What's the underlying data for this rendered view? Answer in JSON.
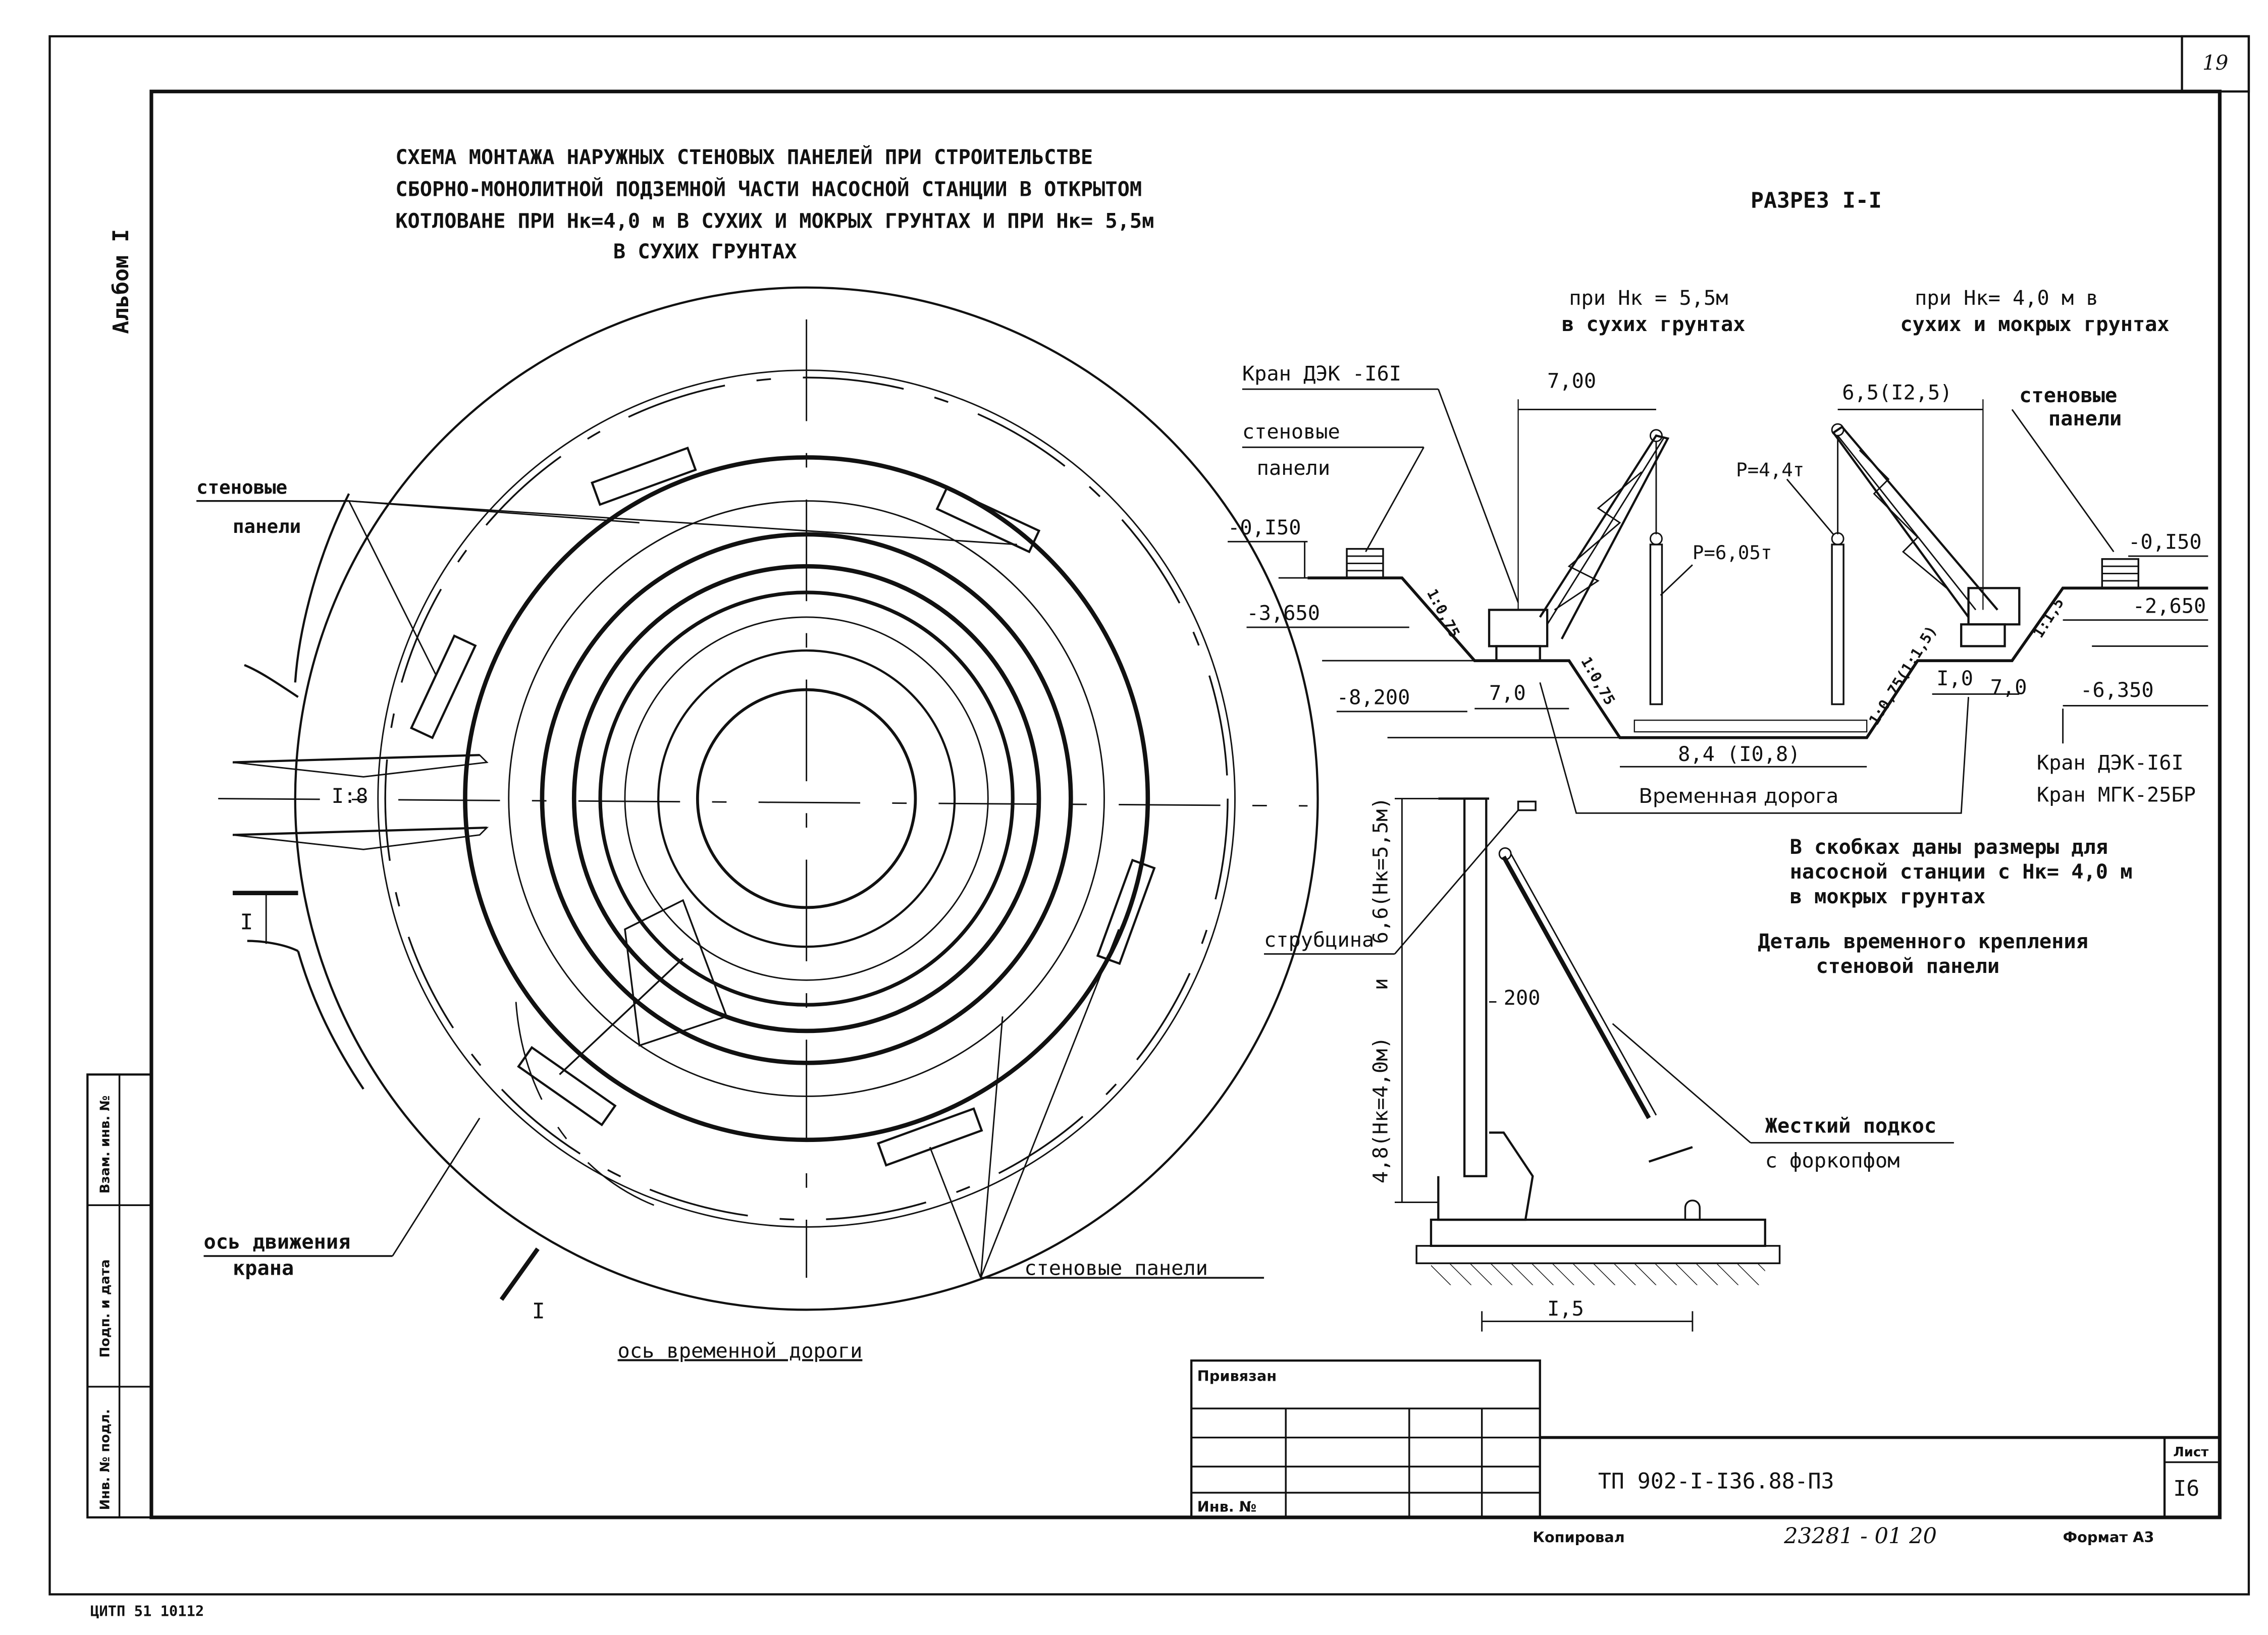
{
  "sheet": {
    "page_number": "19",
    "album_label": "Альбом I",
    "bottom_code": "ЦИТП  51 10112"
  },
  "plan": {
    "title_lines": [
      "СХЕМА МОНТАЖА НАРУЖНЫХ СТЕНОВЫХ ПАНЕЛЕЙ ПРИ СТРОИТЕЛЬСТВЕ",
      "СБОРНО-МОНОЛИТНОЙ ПОДЗЕМНОЙ ЧАСТИ НАСОСНОЙ СТАНЦИИ В ОТКРЫТОМ",
      "КОТЛОВАНЕ ПРИ Нк=4,0 м В СУХИХ И МОКРЫХ ГРУНТАХ И ПРИ Нк= 5,5м",
      "В СУХИХ ГРУНТАХ"
    ],
    "labels": {
      "panels_left_1": "стеновые",
      "panels_left_2": "панели",
      "slope": "I:8",
      "section_mark_top": "I",
      "section_mark_bottom": "I",
      "crane_axis_1": "ось движения",
      "crane_axis_2": "крана",
      "road_axis": "ось временной дороги",
      "panels_bottom": "стеновые панели"
    }
  },
  "section": {
    "title": "РАЗРЕЗ I-I",
    "left_case_1": "при Нк = 5,5м",
    "left_case_2": "в сухих грунтах",
    "right_case_1": "при Нк= 4,0 м в",
    "right_case_2": "сухих и мокрых грунтах",
    "crane_left": "Кран ДЭК -I6I",
    "panels_left_1": "стеновые",
    "panels_left_2": "панели",
    "panels_right_1": "стеновые",
    "panels_right_2": "панели",
    "dim_700": "7,00",
    "dim_65": "6,5(I2,5)",
    "load_44": "P=4,4т",
    "load_605": "P=6,05т",
    "lvl_l1": "-0,I50",
    "lvl_l2": "-3,650",
    "lvl_l3": "-8,200",
    "lvl_r1": "-0,I50",
    "lvl_r2": "-2,650",
    "lvl_r3": "-6,350",
    "slope_1": "1:0,75",
    "slope_2": "1:0,75",
    "slope_3": "1:0,75(1:1,5)",
    "slope_4": "1:1,5",
    "dim_70_left": "7,0",
    "dim_10": "I,0",
    "dim_70_right": "7,0",
    "dim_84": "8,4 (I0,8)",
    "temp_road": "Временная дорога",
    "crane_r1": "Кран ДЭК-I6I",
    "crane_r2": "Кран МГК-25БР",
    "note_1": "В скобках даны размеры для",
    "note_2": "насосной станции с Нк= 4,0 м",
    "note_3": "в мокрых грунтах"
  },
  "detail": {
    "title_1": "Деталь временного крепления",
    "title_2": "стеновой панели",
    "dim_vertical_1": "6,6(Нк=5,5м)",
    "dim_vertical_and": "и",
    "dim_vertical_2": "4,8(Нк=4,0м)",
    "clamp": "струбцина",
    "dim_200": "200",
    "brace_1": "Жесткий подкос",
    "brace_2": "с форкопфом",
    "dim_15": "I,5"
  },
  "title_block": {
    "bound_label": "Привязан",
    "inv_label": "Инв. №",
    "doc_code": "ТП 902-I-I36.88-ПЗ",
    "sheet_label": "Лист",
    "sheet_num": "I6",
    "copied_label": "Копировал",
    "copy_number": "23281 - 01  20",
    "format_label": "Формат А3"
  },
  "side_stamp": {
    "cell_1": "Инв. № подл.",
    "cell_2": "Подп. и дата",
    "cell_3": "Взам. инв. №"
  }
}
